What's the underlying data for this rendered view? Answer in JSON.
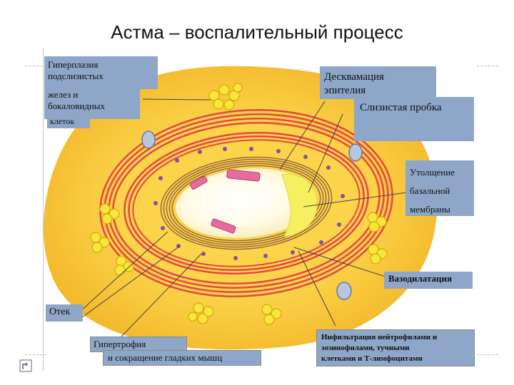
{
  "title": "Астма – воспалительный процесс",
  "labels": {
    "hyperplasia": [
      "Гиперплазия",
      "подслизистых",
      "желез и",
      "бокаловидных",
      "клеток"
    ],
    "desquamation": [
      "Десквамация",
      "эпителия"
    ],
    "mucus_plug": "Слизистая пробка",
    "thickening": [
      "Утолщение",
      "базальной",
      "мембраны"
    ],
    "vasodilation": "Вазодилатация",
    "edema": "Отек",
    "hypertrophy": [
      "Гипертрофия",
      "и сокращение гладких мышц"
    ],
    "infiltration": [
      "Инфильтрация нейтрофилами и",
      "эозинофилами, тучными",
      "клетками и Т-лимфоцитами"
    ]
  },
  "colors": {
    "outer_tissue": "#f6c238",
    "inner_tissue": "#fbd44a",
    "smooth_muscle": "#e54646",
    "basement_ring": "#9a6840",
    "lumen": "#fffbe6",
    "mucus": "#f5f060",
    "gland": "#f7e640",
    "epithelium": "#e86aa0",
    "vessel": "#b9c6dd",
    "inflammatory_cell": "#8a4fa0",
    "label_box": "#8ea6c8"
  }
}
